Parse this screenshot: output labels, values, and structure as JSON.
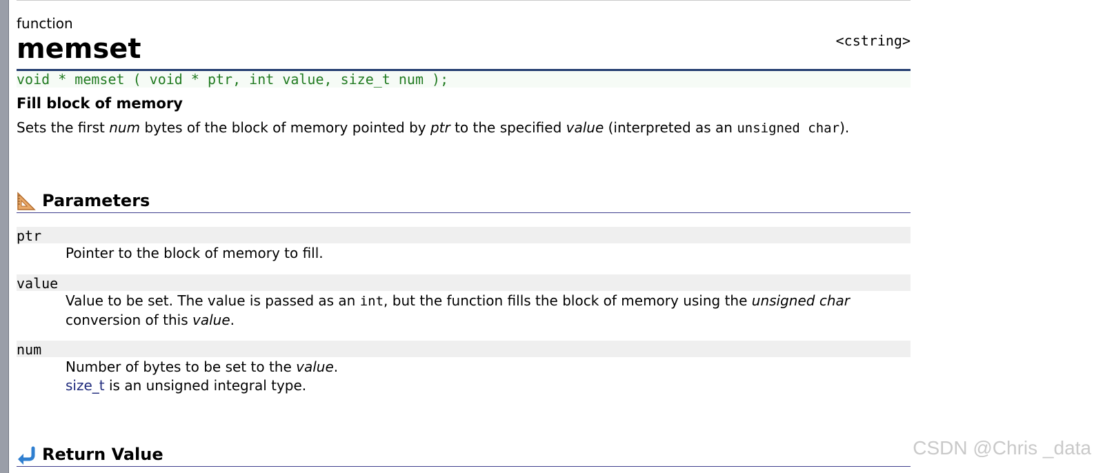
{
  "doc": {
    "kind": "function",
    "title": "memset",
    "header": "<cstring>",
    "prototype": "void * memset ( void * ptr, int value, size_t num );",
    "summary": "Fill block of memory",
    "description": {
      "p1": "Sets the first ",
      "num": "num",
      "p2": " bytes of the block of memory pointed by ",
      "ptr": "ptr",
      "p3": " to the specified ",
      "value": "value",
      "p4": " (interpreted as an ",
      "code": "unsigned char",
      "p5": ")."
    }
  },
  "parameters": {
    "heading": "Parameters",
    "icon": "triangle-ruler-icon",
    "ptr": {
      "name": "ptr",
      "desc": "Pointer to the block of memory to fill."
    },
    "value": {
      "name": "value",
      "d1": "Value to be set. The value is passed as an ",
      "code": "int",
      "d2": ", but the function fills the block of memory using the ",
      "em": "unsigned char",
      "d3": "conversion of this ",
      "em2": "value",
      "d4": "."
    },
    "num": {
      "name": "num",
      "d1": "Number of bytes to be set to the ",
      "em": "value",
      "d2": ".",
      "link": "size_t",
      "d3": " is an unsigned integral type."
    }
  },
  "return_value": {
    "heading": "Return Value",
    "icon": "return-arrow-icon"
  },
  "watermark": "CSDN @Chris _data",
  "colors": {
    "prototype_text": "#207a20",
    "rule": "#203a6e",
    "link": "#1f2a7c"
  }
}
